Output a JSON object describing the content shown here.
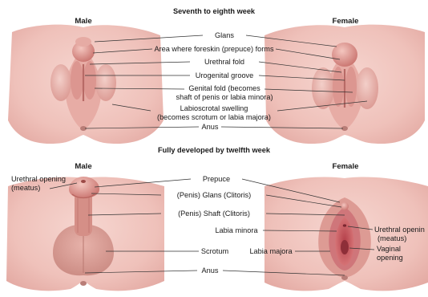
{
  "top": {
    "title": "Seventh to eighth week",
    "male_heading": "Male",
    "female_heading": "Female",
    "labels": {
      "glans": "Glans",
      "foreskin_area": "Area where foreskin (prepuce) forms",
      "urethral_fold": "Urethral fold",
      "urogenital_groove": "Urogenital groove",
      "genital_fold_1": "Genital fold (becomes",
      "genital_fold_2": "shaft of penis or labia minora)",
      "labioscrotal_1": "Labioscrotal swelling",
      "labioscrotal_2": "(becomes scrotum or labia majora)",
      "anus": "Anus"
    }
  },
  "bottom": {
    "title": "Fully developed by twelfth week",
    "male_heading": "Male",
    "female_heading": "Female",
    "labels": {
      "urethral_opening_1": "Urethral opening",
      "urethral_opening_2": "(meatus)",
      "prepuce": "Prepuce",
      "glans": "(Penis) Glans (Clitoris)",
      "shaft": "(Penis) Shaft (Clitoris)",
      "labia_minora": "Labia minora",
      "scrotum": "Scrotum",
      "labia_majora": "Labia majora",
      "anus": "Anus",
      "f_urethral_opening_1": "Urethral openin",
      "f_urethral_opening_2": "(meatus)",
      "vaginal_opening_1": "Vaginal",
      "vaginal_opening_2": "opening"
    }
  },
  "colors": {
    "skin": "#f1c3bd",
    "skin_shadow": "#dd9c95",
    "tissue": "#d98a84",
    "mucosa": "#c9555c",
    "text": "#1a1a1a"
  }
}
